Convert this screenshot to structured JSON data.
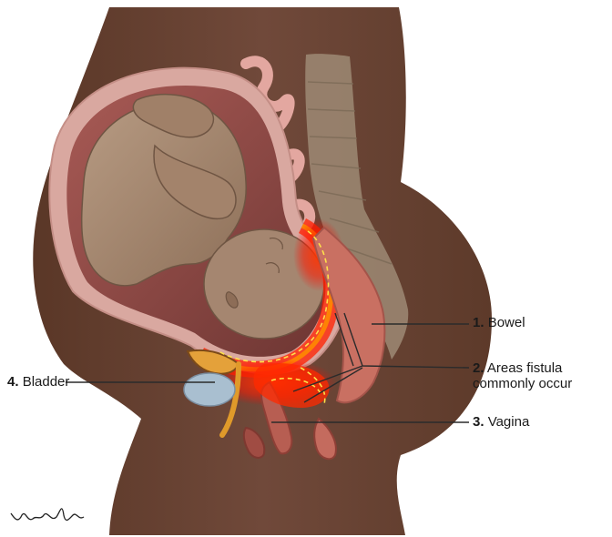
{
  "labels": {
    "bowel": {
      "number": "1.",
      "text": "Bowel"
    },
    "fistula": {
      "number": "2.",
      "text_line1": "Areas fistula",
      "text_line2": "commonly occur"
    },
    "vagina": {
      "number": "3.",
      "text": "Vagina"
    },
    "bladder": {
      "number": "4.",
      "text": "Bladder"
    }
  },
  "signature": "Valerie Henry Com",
  "colors": {
    "background": "#ffffff",
    "skin": "#6b4433",
    "uterus_wall": "#d9a8a0",
    "amniotic_cavity": "#8c4a45",
    "fetus": "#a3836b",
    "spine": "#9a8672",
    "bladder": "#9fb6c8",
    "highlight": "#ff2a00"
  }
}
